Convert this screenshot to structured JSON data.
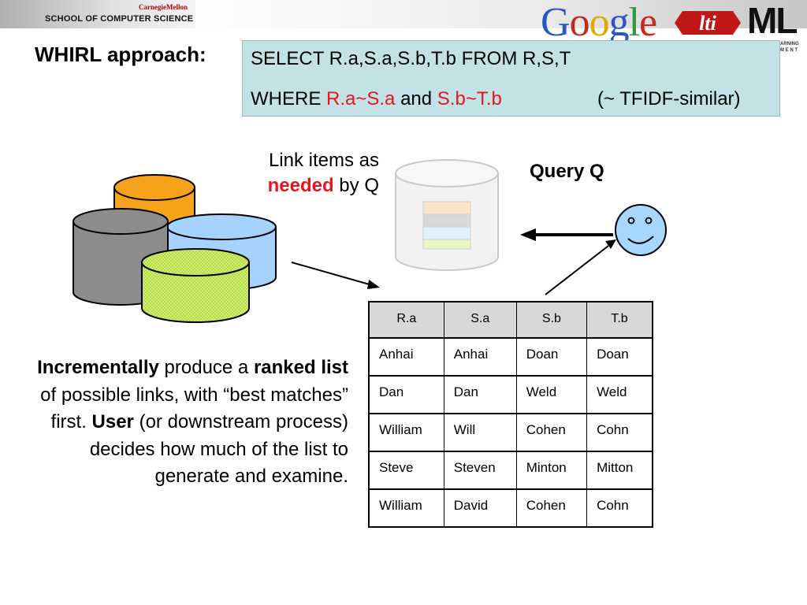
{
  "header": {
    "cmu": "CarnegieMellon",
    "scs": "SCHOOL OF COMPUTER SCIENCE",
    "google": [
      "G",
      "o",
      "o",
      "g",
      "l",
      "e"
    ],
    "lti": "lti",
    "ml": "ML",
    "ml_sub": "ARNING\nM E N T"
  },
  "title": "WHIRL approach:",
  "sql": {
    "line1": "SELECT R.a,S.a,S.b,T.b FROM R,S,T",
    "where": "WHERE",
    "cond1": "R.a~S.a",
    "and": "and",
    "cond2": "S.b~T.b",
    "note": "(~ TFIDF-similar)"
  },
  "link_text": {
    "line1": "Link items as",
    "needed": "needed",
    "byq": " by Q"
  },
  "query_label": "Query Q",
  "table": {
    "headers": [
      "R.a",
      "S.a",
      "S.b",
      "T.b"
    ],
    "rows": [
      [
        "Anhai",
        "Anhai",
        "Doan",
        "Doan"
      ],
      [
        "Dan",
        "Dan",
        "Weld",
        "Weld"
      ],
      [
        "William",
        "Will",
        "Cohen",
        "Cohn"
      ],
      [
        "Steve",
        "Steven",
        "Minton",
        "Mitton"
      ],
      [
        "William",
        "David",
        "Cohen",
        "Cohn"
      ]
    ]
  },
  "description": {
    "b1": "Incrementally",
    "t1": " produce a ",
    "b2": "ranked list",
    "t2": " of possible links, with “best matches” first. ",
    "b3": "User",
    "t3": " (or downstream process) decides how much of the list to generate and examine."
  },
  "colors": {
    "sql_bg": "#c2e2e6",
    "highlight_red": "#e8151f",
    "cyl_orange": "#f7a21b",
    "cyl_gray": "#8c8c8c",
    "cyl_blue": "#a6d2ff",
    "cyl_green": "#b4dd3a",
    "face_yellow": "#a6d8ff"
  }
}
